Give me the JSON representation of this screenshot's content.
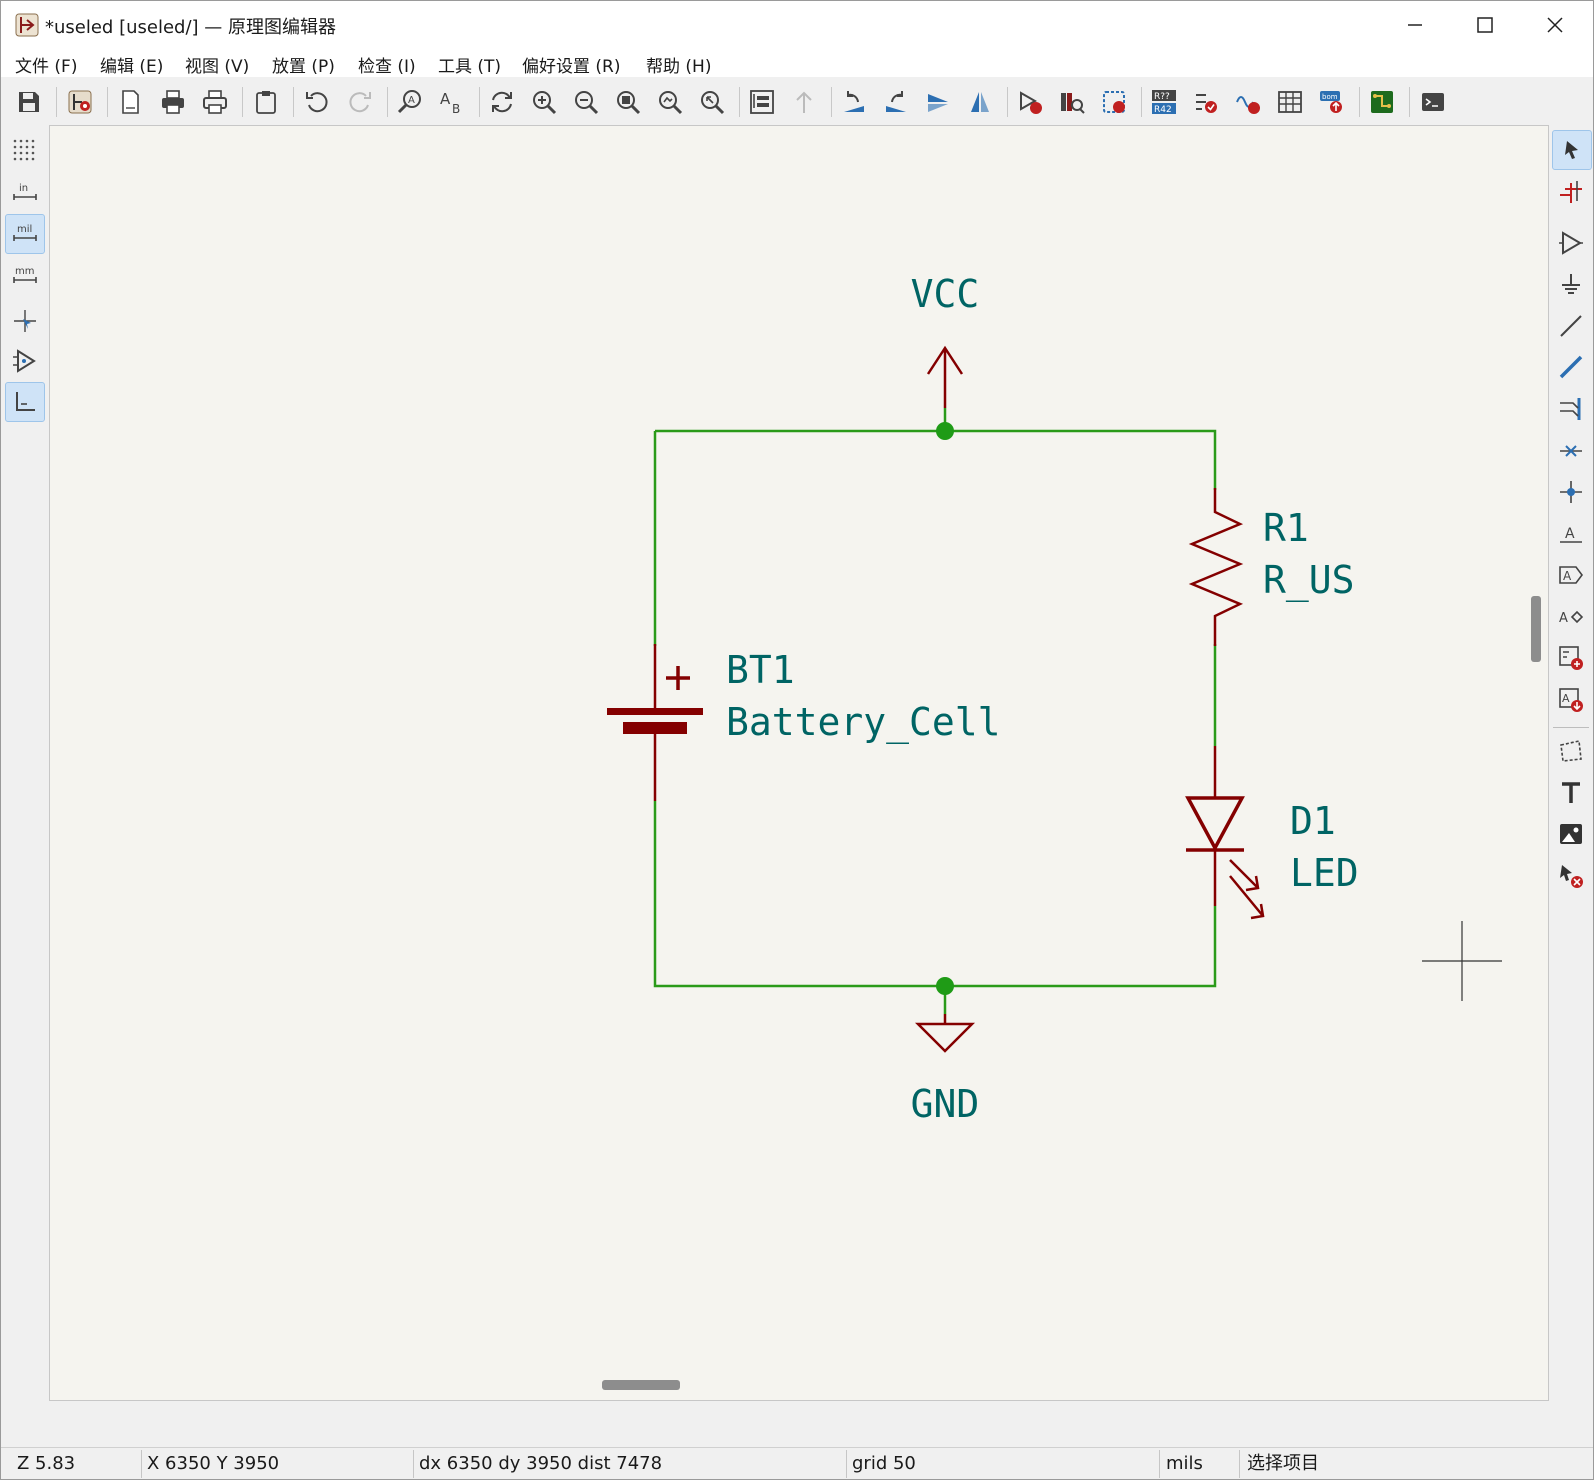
{
  "window": {
    "title": "*useled [useled/] — 原理图编辑器",
    "icon": "kicad-eeschema-icon",
    "controls": [
      "minimize-icon",
      "maximize-icon",
      "close-icon"
    ]
  },
  "menubar": {
    "items": [
      {
        "label": "文件 (F)"
      },
      {
        "label": "编辑 (E)"
      },
      {
        "label": "视图 (V)"
      },
      {
        "label": "放置 (P)"
      },
      {
        "label": "检查 (I)"
      },
      {
        "label": "工具 (T)"
      },
      {
        "label": "偏好设置 (R)"
      },
      {
        "label": "帮助 (H)"
      }
    ]
  },
  "toolbar": {
    "icons": [
      "save-icon",
      "schematic-setup-icon",
      "page-settings-icon",
      "print-icon",
      "plot-icon",
      "paste-icon",
      "undo-icon",
      "redo-icon",
      "find-icon",
      "find-replace-icon",
      "refresh-icon",
      "zoom-in-icon",
      "zoom-out-icon",
      "zoom-fit-icon",
      "zoom-objects-icon",
      "zoom-selection-icon",
      "hierarchy-navigator-icon",
      "leave-sheet-icon",
      "rotate-ccw-icon",
      "rotate-cw-icon",
      "mirror-vertical-icon",
      "mirror-horizontal-icon",
      "symbol-editor-icon",
      "symbol-library-browser-icon",
      "footprint-assign-icon",
      "annotate-icon",
      "erc-icon",
      "simulator-icon",
      "symbol-fields-table-icon",
      "bom-icon",
      "pcb-editor-icon",
      "scripting-console-icon"
    ]
  },
  "left_toolbar": {
    "icons": [
      "grid-toggle-icon",
      "units-inch-icon",
      "units-mil-icon",
      "units-mm-icon",
      "cursor-crosshair-icon",
      "hidden-pins-icon",
      "wire-45-mode-icon"
    ],
    "labels": {
      "inch": "in",
      "mil": "mil",
      "mm": "mm"
    },
    "active": [
      "units-mil-icon",
      "wire-45-mode-icon"
    ]
  },
  "right_toolbar": {
    "icons": [
      "select-tool-icon",
      "highlight-net-icon",
      "add-symbol-icon",
      "add-power-icon",
      "add-wire-icon",
      "add-bus-icon",
      "wire-to-bus-entry-icon",
      "no-connect-icon",
      "junction-icon",
      "net-label-icon",
      "global-label-icon",
      "hierarchical-label-icon",
      "hierarchical-sheet-icon",
      "import-sheet-pin-icon",
      "add-graphic-lines-icon",
      "add-text-icon",
      "add-image-icon",
      "delete-tool-icon"
    ],
    "active": [
      "select-tool-icon"
    ]
  },
  "schematic": {
    "power_top": {
      "label": "VCC"
    },
    "power_bottom": {
      "label": "GND"
    },
    "battery": {
      "ref": "BT1",
      "value": "Battery_Cell",
      "polarity": "+"
    },
    "resistor": {
      "ref": "R1",
      "value": "R_US"
    },
    "led": {
      "ref": "D1",
      "value": "LED"
    },
    "colors": {
      "background": "#f5f4ef",
      "wire": "#2a9a19",
      "junction": "#1f9b16",
      "symbol_body": "#840000",
      "text": "#006464"
    }
  },
  "statusbar": {
    "zoom": "Z 5.83",
    "cursor": "X 6350  Y 3950",
    "delta": "dx 6350  dy 3950  dist 7478",
    "grid": "grid 50",
    "units": "mils",
    "mode": "选择项目"
  }
}
